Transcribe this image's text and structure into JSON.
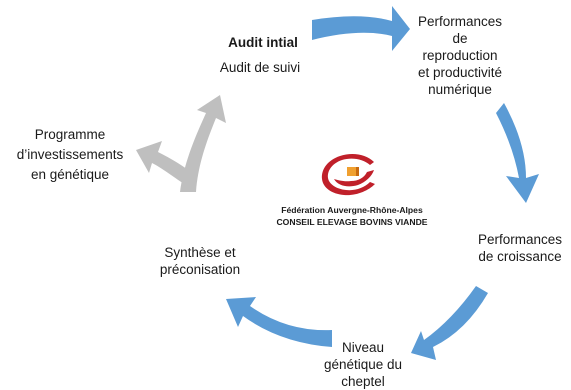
{
  "colors": {
    "blue_arrow": "#5b9bd5",
    "grey_arrow": "#bfbfbf",
    "logo_red": "#c0202a",
    "logo_orange": "#f0a030",
    "text": "#1a1a1a"
  },
  "icons": {
    "logo": "federation-logo-icon"
  },
  "nodes": {
    "audit_initial": "Audit intial",
    "audit_suivi": "Audit de suivi",
    "perf_repro": [
      "Performances",
      "de",
      "reproduction",
      "et productivité",
      "numérique"
    ],
    "perf_croissance": [
      "Performances",
      "de croissance"
    ],
    "niveau_genetique": [
      "Niveau",
      "génétique du",
      "cheptel"
    ],
    "synthese": [
      "Synthèse et",
      "préconisation"
    ],
    "programme": [
      "Programme",
      "d’investissements",
      "en génétique"
    ]
  },
  "logo": {
    "line1": "Fédération Auvergne-Rhône-Alpes",
    "line2": "CONSEIL ELEVAGE BOVINS VIANDE"
  }
}
